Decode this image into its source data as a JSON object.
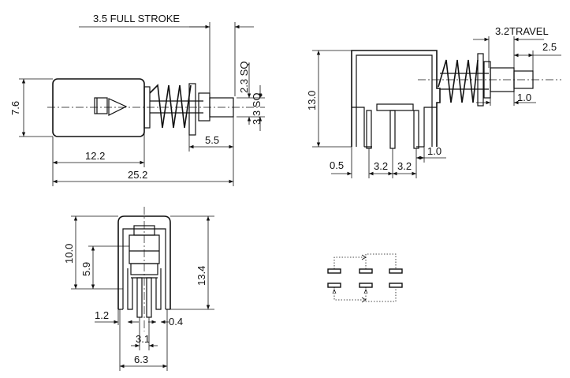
{
  "drawing": {
    "side_view": {
      "full_stroke": "3.5 FULL STROKE",
      "height": "7.6",
      "square_top": "2.3 SQ",
      "square_bottom": "3.3 SQ",
      "body_length": "12.2",
      "shaft_length": "5.5",
      "total_length": "25.2"
    },
    "right_view": {
      "travel": "3.2TRAVEL",
      "cap_length": "2.5",
      "height": "13.0",
      "cap_offset": "1.0",
      "pin_offset_left": "0.5",
      "pin_pitch_1": "3.2",
      "pin_pitch_2": "3.2",
      "pin_offset_right": "1.0"
    },
    "front_view": {
      "height_outer": "10.0",
      "height_inner": "5.9",
      "height_total": "13.4",
      "left_leg": "1.2",
      "right_leg": "0.4",
      "pin_pitch": "3.1",
      "width": "6.3"
    }
  }
}
